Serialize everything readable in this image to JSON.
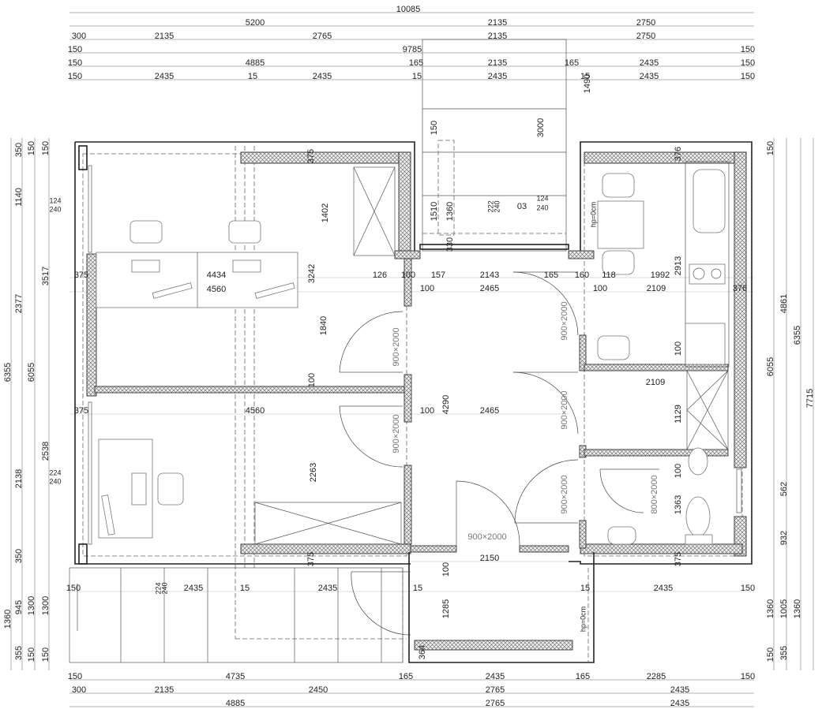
{
  "colors": {
    "line": "#222222",
    "dimension_line": "#9a9a9a",
    "door_label": "#777777",
    "background": "#ffffff"
  },
  "dimensions": {
    "top": [
      "10085",
      "5200",
      "2135",
      "2750",
      "300",
      "2135",
      "2765",
      "2135",
      "2750",
      "150",
      "9785",
      "150",
      "150",
      "4885",
      "165",
      "2135",
      "165",
      "2435",
      "150",
      "150",
      "2435",
      "15",
      "2435",
      "15",
      "2435",
      "15",
      "2435",
      "150"
    ],
    "left": [
      "350",
      "1140",
      "2377",
      "6355",
      "2138",
      "350",
      "150",
      "6055",
      "150",
      "3517",
      "2538",
      "1360",
      "945",
      "1300",
      "1300",
      "355",
      "150",
      "150"
    ],
    "left_notes": [
      "124",
      "240",
      "224",
      "240"
    ],
    "right": [
      "150",
      "6055",
      "4861",
      "6355",
      "7715",
      "562",
      "932",
      "1360",
      "1005",
      "1360",
      "150",
      "355"
    ],
    "interior": [
      "375",
      "4434",
      "4560",
      "3242",
      "1402",
      "1840",
      "100",
      "126",
      "100",
      "157",
      "2143",
      "165",
      "160",
      "118",
      "1992",
      "2913",
      "100",
      "2465",
      "100",
      "2109",
      "376",
      "376",
      "375",
      "150",
      "3000",
      "1490",
      "1510",
      "1360",
      "330",
      "222",
      "240",
      "03",
      "124",
      "240",
      "hp=0cm",
      "100",
      "4290",
      "2465",
      "375",
      "4560",
      "100",
      "2109",
      "1129",
      "100",
      "1363",
      "2263",
      "2150",
      "375",
      "375",
      "100",
      "1285",
      "hp=0cm",
      "364"
    ],
    "doors": [
      "900×2000",
      "900×2000",
      "900×2000",
      "900×2000",
      "900×2000",
      "800×2000",
      "900×2000"
    ],
    "terrace_row": [
      "150",
      "224",
      "240",
      "2435",
      "15",
      "2435",
      "15",
      "15",
      "2435",
      "150"
    ],
    "bottom": [
      "150",
      "4735",
      "165",
      "2435",
      "165",
      "2285",
      "150",
      "300",
      "2135",
      "2450",
      "2765",
      "2435",
      "4885",
      "2765",
      "2435"
    ]
  }
}
